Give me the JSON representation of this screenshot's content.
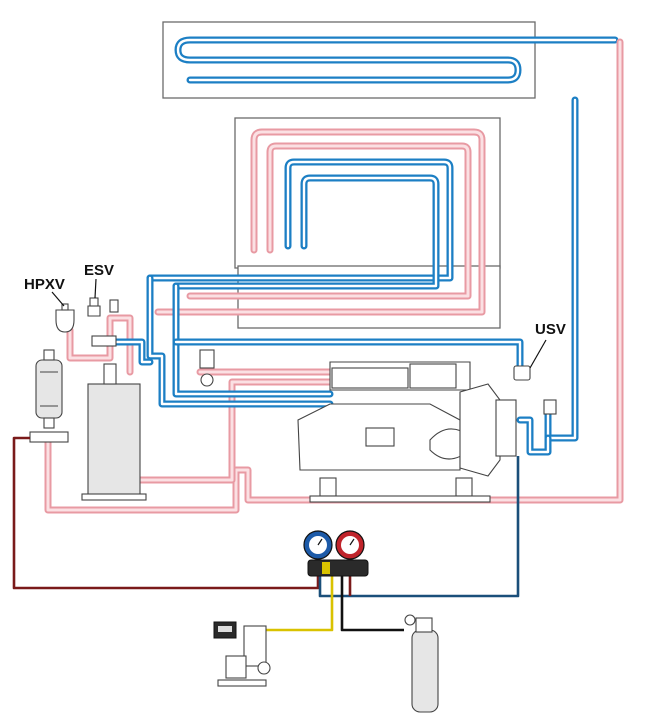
{
  "labels": {
    "hpxv": "HPXV",
    "esv": "ESV",
    "usv": "USV"
  },
  "colors": {
    "hot_line": "#e89aa3",
    "cold_line": "#1c7fc4",
    "hose_red": "#7a1a1a",
    "hose_blue": "#1a4f7a",
    "hose_yellow": "#d9c200",
    "hose_black": "#111111"
  },
  "icons": [
    "gauge-low-icon",
    "gauge-high-icon",
    "compressor-icon",
    "receiver-icon",
    "drier-icon",
    "vacuum-pump-icon",
    "nitrogen-cylinder-icon",
    "scale-icon"
  ]
}
